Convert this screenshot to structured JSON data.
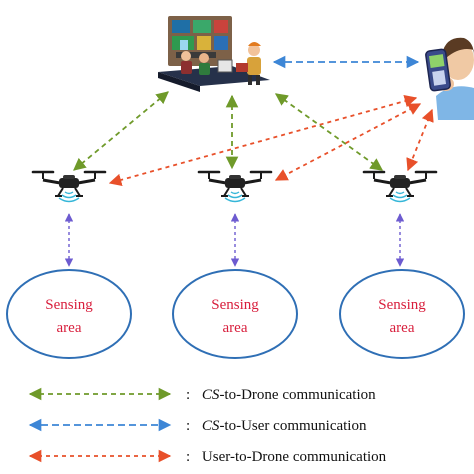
{
  "sensing_areas": [
    {
      "line1": "Sensing",
      "line2": "area"
    },
    {
      "line1": "Sensing",
      "line2": "area"
    },
    {
      "line1": "Sensing",
      "line2": "area"
    }
  ],
  "legend": [
    {
      "separator": ":",
      "term": "CS",
      "rest": "-to-Drone communication",
      "color": "#6f9a2a"
    },
    {
      "separator": ":",
      "term": "CS",
      "rest": "-to-User communication",
      "color": "#3d86d6"
    },
    {
      "separator": ":",
      "term": "",
      "rest": "User-to-Drone communication",
      "color": "#e8502a"
    }
  ],
  "icons": {
    "control_station": "control-station-icon",
    "user": "user-with-phone-icon",
    "drone": "drone-icon"
  },
  "colors": {
    "cs_drone": "#6f9a2a",
    "cs_user": "#3d86d6",
    "user_drone": "#e8502a",
    "sensing": "#6d5bd0",
    "area_outline": "#2f6fb5",
    "area_text": "#d81e3c"
  }
}
